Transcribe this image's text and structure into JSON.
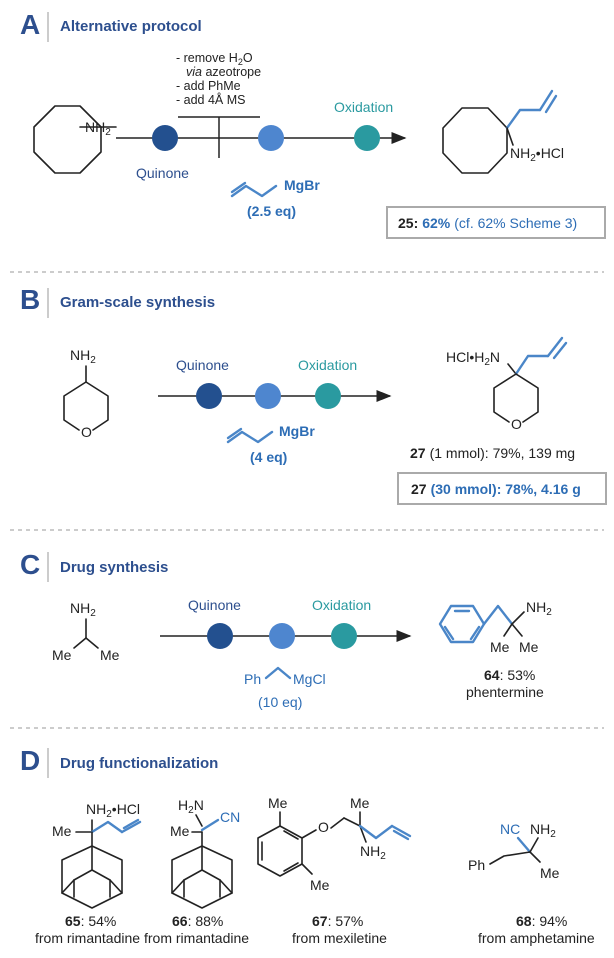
{
  "colors": {
    "navy": "#2d4f8e",
    "quinone_dot": "#23508f",
    "grignard_dot": "#4e86cf",
    "oxidation_dot": "#2a9aa0",
    "blue_text": "#2d6db5",
    "box_border": "#aaaaaa"
  },
  "panelA": {
    "letter": "A",
    "title": "Alternative protocol",
    "amine_label": "NH2",
    "conditions": [
      "- remove H2O",
      "via azeotrope",
      "- add PhMe",
      "- add 4Å MS"
    ],
    "quinone": "Quinone",
    "oxidation": "Oxidation",
    "grignard": "MgBr",
    "equiv": "(2.5 eq)",
    "product_label": "NH2•HCl",
    "result_num": "25:",
    "result_yield": "62%",
    "result_note": "(cf. 62% Scheme 3)"
  },
  "panelB": {
    "letter": "B",
    "title": "Gram-scale synthesis",
    "amine_label": "NH2",
    "oxygen": "O",
    "quinone": "Quinone",
    "oxidation": "Oxidation",
    "grignard": "MgBr",
    "equiv": "(4 eq)",
    "product_label": "HCl•H2N",
    "product_oxygen": "O",
    "result1_num": "27",
    "result1_text": "(1 mmol): 79%, 139 mg",
    "result2_num": "27",
    "result2_text": "(30 mmol):  78%, 4.16 g"
  },
  "panelC": {
    "letter": "C",
    "title": "Drug synthesis",
    "amine_label": "NH2",
    "me_left": "Me",
    "me_right": "Me",
    "quinone": "Quinone",
    "oxidation": "Oxidation",
    "reagent_ph": "Ph",
    "reagent_mg": "MgCl",
    "equiv": "(10 eq)",
    "product_nh2": "NH2",
    "product_me1": "Me",
    "product_me2": "Me",
    "result_num": "64",
    "result_yield": ": 53%",
    "result_name": "phentermine"
  },
  "panelD": {
    "letter": "D",
    "title": "Drug functionalization",
    "compounds": [
      {
        "num": "65",
        "yield": ": 54%",
        "source": "from rimantadine",
        "labels": [
          "NH2•HCl",
          "Me"
        ]
      },
      {
        "num": "66",
        "yield": ": 88%",
        "source": "from rimantadine",
        "labels": [
          "H2N",
          "CN",
          "Me"
        ]
      },
      {
        "num": "67",
        "yield": ": 57%",
        "source": "from mexiletine",
        "labels": [
          "Me",
          "O",
          "Me",
          "Me",
          "NH2"
        ]
      },
      {
        "num": "68",
        "yield": ": 94%",
        "source": "from amphetamine",
        "labels": [
          "NC",
          "NH2",
          "Ph",
          "Me"
        ]
      }
    ]
  }
}
